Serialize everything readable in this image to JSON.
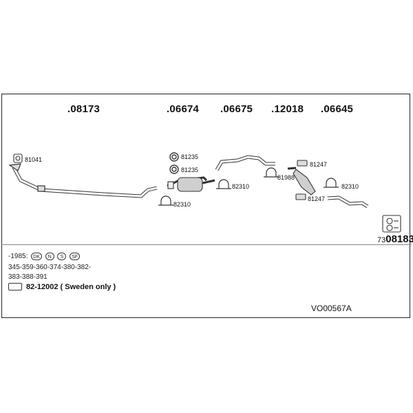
{
  "part_numbers": [
    ".08173",
    ".06674",
    ".06675",
    ".12018",
    ".06645"
  ],
  "labels": {
    "clamp_81041": "81041",
    "ring_81235_a": "81235",
    "ring_81235_b": "81235",
    "clamp_82310_a": "82310",
    "clamp_82310_b": "82310",
    "clamp_82310_c": "82310",
    "hanger_81247_a": "81247",
    "hanger_81247_b": "81247",
    "gasket_81988": "81988"
  },
  "kit": {
    "prefix": "73",
    "number": "08183"
  },
  "applicability": {
    "year": "-1985:",
    "markets": [
      "DK",
      "N",
      "S",
      "SF"
    ],
    "models_line1": "345-359-360-374-380-382-",
    "models_line2": "383-388-391"
  },
  "reference": "82-12002 ( Sweden only )",
  "diagram_code": "VO00567A",
  "colors": {
    "frame": "#222222",
    "parts": "#333333",
    "fill": "#cfcfcf"
  }
}
